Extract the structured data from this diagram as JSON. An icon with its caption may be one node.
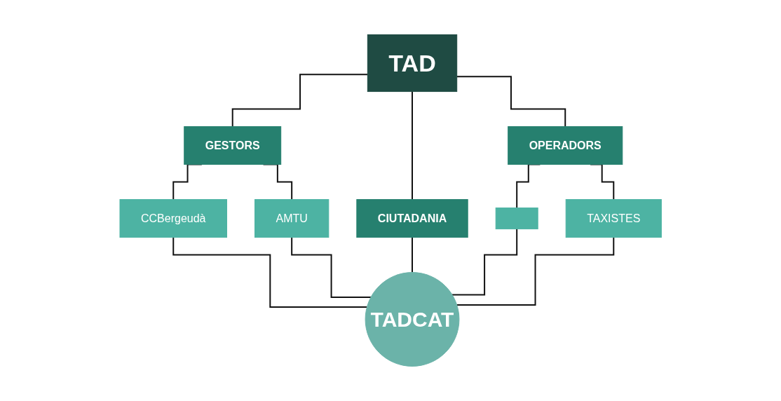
{
  "diagram": {
    "nodes": [
      {
        "text": [
          "TAD"
        ]
      },
      {
        "text": [
          "GESTORS"
        ]
      },
      {
        "text": [
          "CIUTADANIA"
        ]
      },
      {
        "text": [
          "OPERADORS"
        ]
      },
      {
        "text": [
          "CCBergeudà"
        ]
      },
      {
        "text": [
          "AMTU"
        ]
      },
      {
        "text": [],
        "shape": "box"
      },
      {
        "text": [
          "TAXISTES"
        ]
      },
      {
        "text": [
          "TADCAT"
        ]
      }
    ],
    "edges": [
      {
        "from": 0,
        "to": 1,
        "arrow": "none"
      },
      {
        "from": 0,
        "to": 2,
        "arrow": "none"
      },
      {
        "from": 0,
        "to": 3,
        "arrow": "none"
      },
      {
        "from": 1,
        "to": 4,
        "arrow": "none"
      },
      {
        "from": 1,
        "to": 5,
        "arrow": "none"
      },
      {
        "from": 3,
        "to": 6,
        "arrow": "none"
      },
      {
        "from": 3,
        "to": 7,
        "arrow": "none"
      },
      {
        "from": 4,
        "to": 8,
        "arrow": "none"
      },
      {
        "from": 5,
        "to": 8,
        "arrow": "none"
      },
      {
        "from": 2,
        "to": 8,
        "arrow": "none"
      },
      {
        "from": 6,
        "to": 8,
        "arrow": "none"
      },
      {
        "from": 7,
        "to": 8,
        "arrow": "none"
      }
    ]
  }
}
